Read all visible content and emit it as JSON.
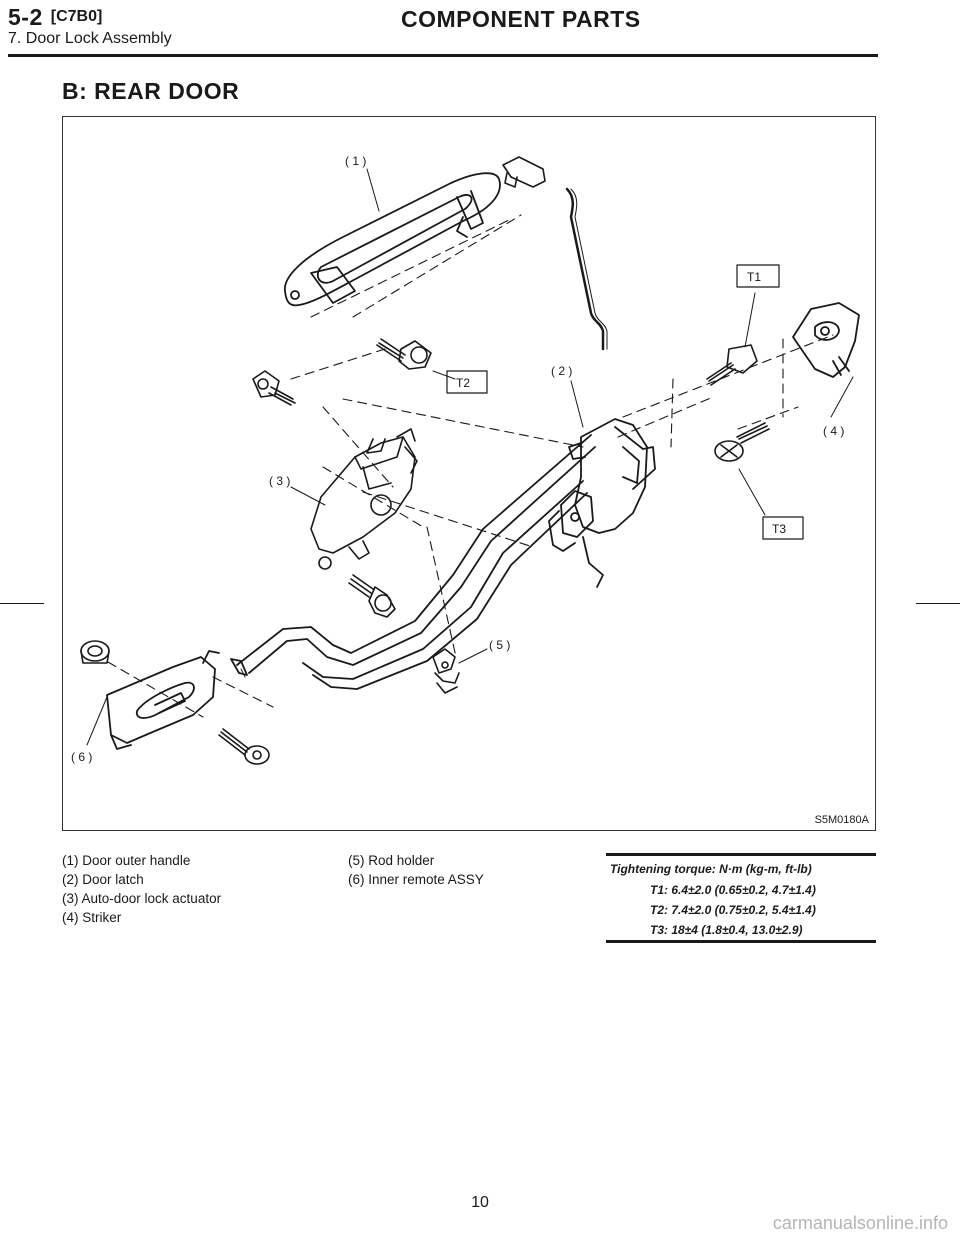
{
  "header": {
    "section_number": "5-2",
    "section_code": "[C7B0]",
    "title": "COMPONENT PARTS",
    "subsection": "7. Door Lock Assembly"
  },
  "section_heading": "B: REAR DOOR",
  "figure": {
    "code": "S5M0180A",
    "callouts": {
      "c1": "( 1 )",
      "c2": "( 2 )",
      "c3": "( 3 )",
      "c4": "( 4 )",
      "c5": "( 5 )",
      "c6": "( 6 )",
      "t1": "T1",
      "t2": "T2",
      "t3": "T3"
    }
  },
  "legend": {
    "left": [
      "(1) Door outer handle",
      "(2) Door latch",
      "(3) Auto-door lock actuator",
      "(4) Striker"
    ],
    "right": [
      "(5) Rod holder",
      "(6) Inner remote ASSY"
    ]
  },
  "torque": {
    "title": "Tightening torque: N·m (kg-m, ft-lb)",
    "lines": [
      "T1: 6.4±2.0 (0.65±0.2, 4.7±1.4)",
      "T2: 7.4±2.0 (0.75±0.2, 5.4±1.4)",
      "T3: 18±4 (1.8±0.4, 13.0±2.9)"
    ]
  },
  "page_number": "10",
  "watermark": "carmanualsonline.info"
}
